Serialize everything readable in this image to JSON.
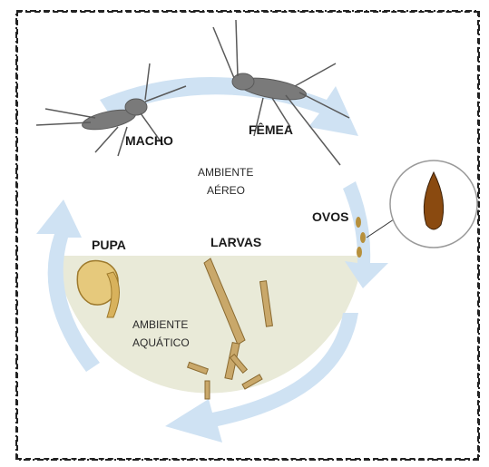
{
  "labels": {
    "macho": "MACHO",
    "femea": "FÊMEA",
    "ovos": "OVOS",
    "pupa": "PUPA",
    "larvas": "LARVAS",
    "ambiente_aereo_line1": "AMBIENTE",
    "ambiente_aereo_line2": "AÉREO",
    "ambiente_aquatico_line1": "AMBIENTE",
    "ambiente_aquatico_line2": "AQUÁTICO"
  },
  "colors": {
    "cycle_arrow": "#cfe2f3",
    "water": "#e9ead8",
    "egg": "#8a4a10",
    "insect": "#6b6b6b",
    "larva": "#c9a86a"
  },
  "icons": [
    "mosquito-male-icon",
    "mosquito-female-icon",
    "egg-icon",
    "pupa-icon",
    "larva-icon"
  ]
}
